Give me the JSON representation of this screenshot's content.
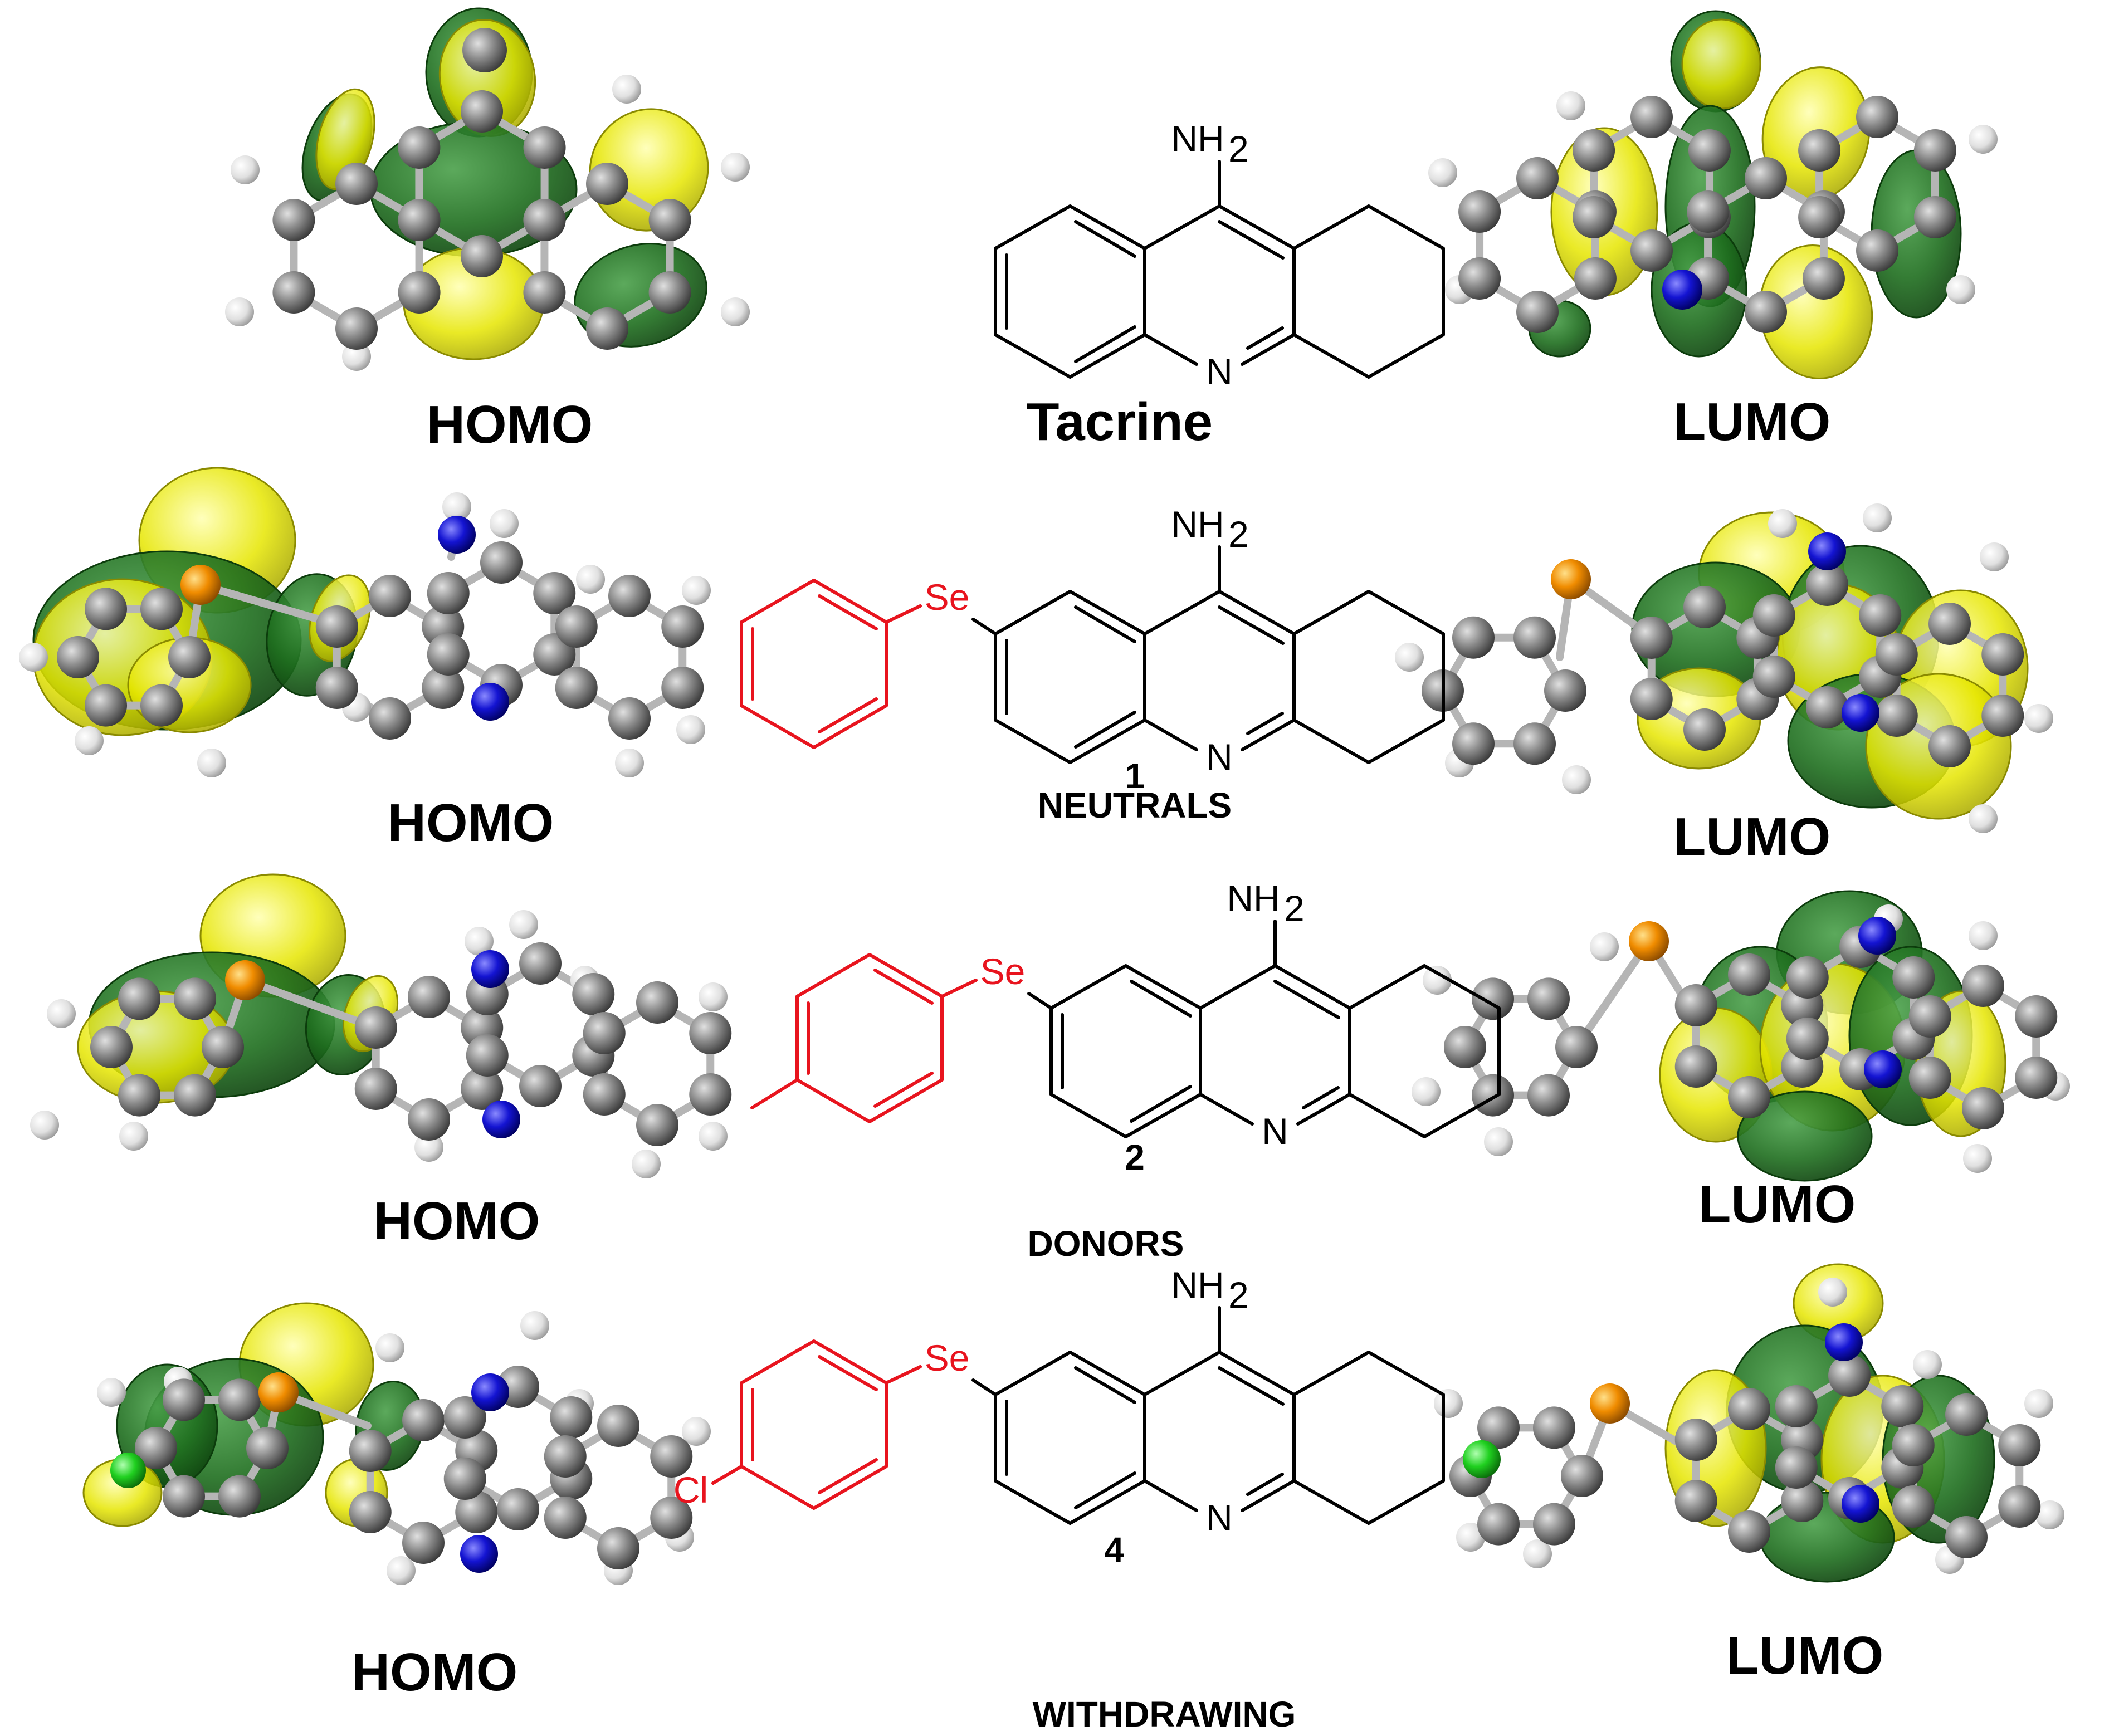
{
  "colors": {
    "orbital_green": "#1e6e1e",
    "orbital_yellow": "#e6e600",
    "carbon": "#8a8a8a",
    "hydrogen": "#e8e8e8",
    "nitrogen": "#1010c8",
    "selenium": "#f08c00",
    "chlorine": "#20d020",
    "substituent_red": "#e8141e"
  },
  "atoms": {
    "nh2_main": "NH",
    "nh2_sub": "2",
    "se": "Se",
    "n": "N",
    "cl": "Cl"
  },
  "rows": [
    {
      "homo_label": "HOMO",
      "name": "Tacrine",
      "number": "",
      "category": "",
      "lumo_label": "LUMO"
    },
    {
      "homo_label": "HOMO",
      "name": "",
      "number": "1",
      "category": "NEUTRALS",
      "lumo_label": "LUMO"
    },
    {
      "homo_label": "HOMO",
      "name": "",
      "number": "2",
      "category": "DONORS",
      "lumo_label": "LUMO"
    },
    {
      "homo_label": "HOMO",
      "name": "",
      "number": "4",
      "category": "WITHDRAWING",
      "lumo_label": "LUMO"
    }
  ]
}
